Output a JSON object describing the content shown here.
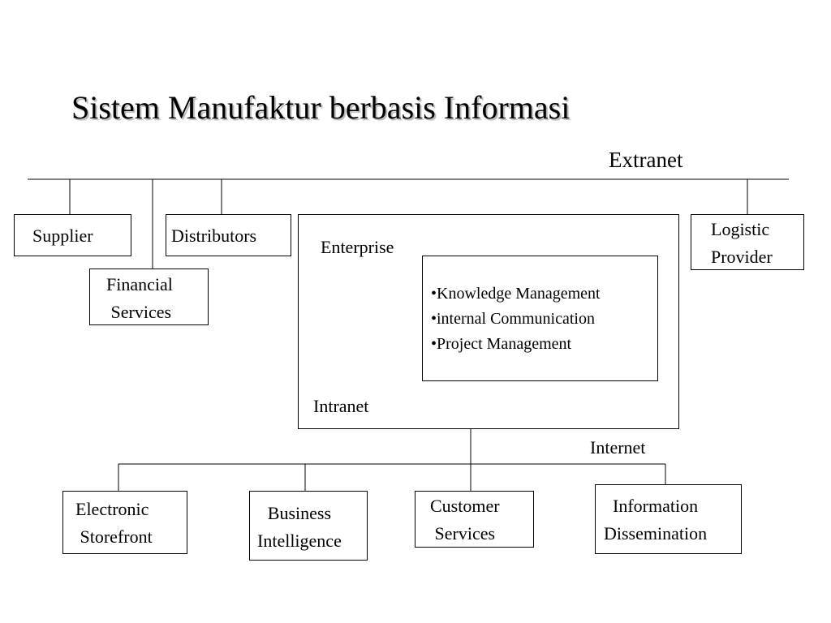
{
  "title": "Sistem Manufaktur berbasis Informasi",
  "labels": {
    "extranet": "Extranet",
    "enterprise": "Enterprise",
    "intranet": "Intranet",
    "internet": "Internet"
  },
  "nodes": {
    "supplier": "Supplier",
    "distributors": "Distributors",
    "financial_services": "Financial\n Services",
    "logistic_provider": "Logistic\nProvider",
    "electronic_storefront": "Electronic\n Storefront",
    "business_intelligence": "Business\nIntelligence",
    "customer_services": "Customer\nServices",
    "information_dissemination": "Information\nDissemination"
  },
  "enterprise_items": [
    "•Knowledge Management",
    "•internal Communication",
    "•Project Management"
  ]
}
